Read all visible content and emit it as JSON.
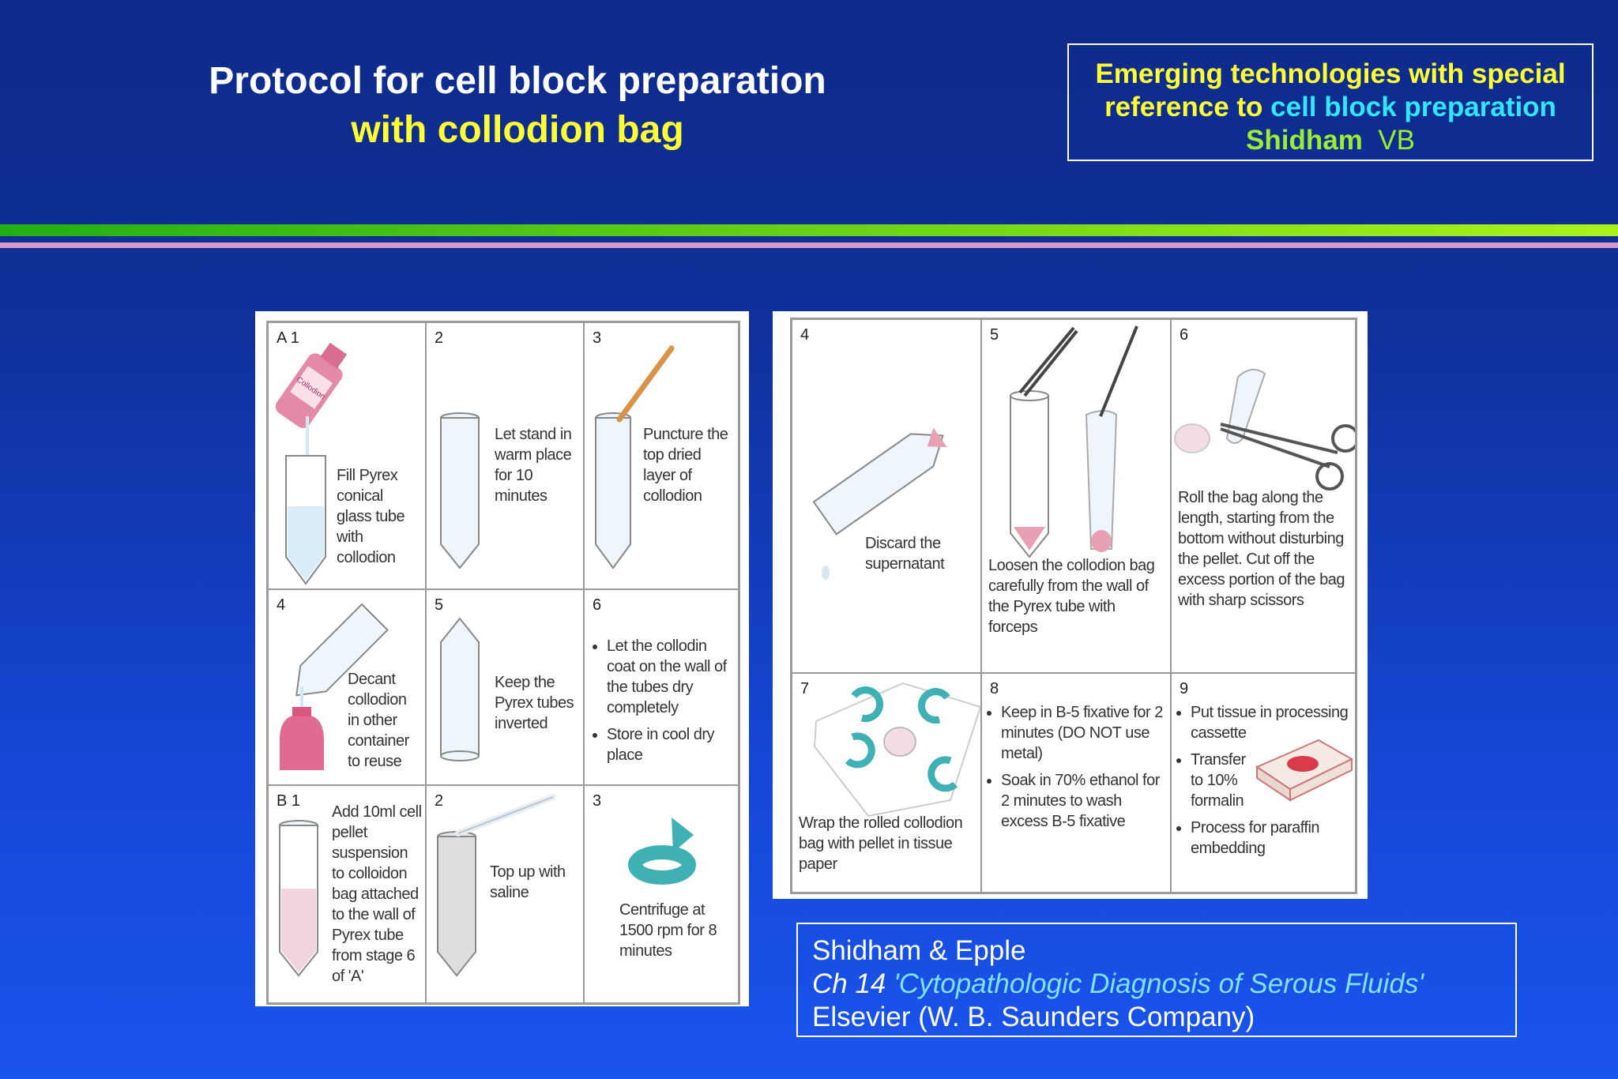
{
  "title": {
    "line1": "Protocol for cell block preparation",
    "line2": "with collodion bag"
  },
  "reference": {
    "line1": "Emerging technologies with special",
    "line2_prefix": "reference to ",
    "line2_highlight": "cell block preparation",
    "author_bold": "Shidham",
    "author_suffix": "VB"
  },
  "figure_left": {
    "cells": [
      {
        "num": "A  1",
        "text": "Fill Pyrex conical glass tube with collodion",
        "label": "Collodion"
      },
      {
        "num": "2",
        "text": "Let stand in warm place for 10 minutes"
      },
      {
        "num": "3",
        "text": "Puncture the top dried layer of collodion"
      },
      {
        "num": "4",
        "text": "Decant collodion in other container to reuse"
      },
      {
        "num": "5",
        "text": "Keep the Pyrex tubes inverted"
      },
      {
        "num": "6",
        "bullets": [
          "Let the collodin coat on the wall of the tubes dry completely",
          "Store in cool dry place"
        ]
      },
      {
        "num": "B  1",
        "text": "Add 10ml cell pellet suspension to colloidon bag attached to the wall of Pyrex tube from stage 6 of 'A'"
      },
      {
        "num": "2",
        "text": "Top up with saline"
      },
      {
        "num": "3",
        "text": "Centrifuge at 1500 rpm for 8 minutes"
      }
    ]
  },
  "figure_right": {
    "cells": [
      {
        "num": "4",
        "text": "Discard the supernatant"
      },
      {
        "num": "5",
        "text": "Loosen the collodion bag carefully from the wall of the Pyrex tube with forceps"
      },
      {
        "num": "6",
        "text": "Roll the bag along the length, starting from the bottom without disturbing the pellet. Cut off the excess portion of the bag with sharp scissors"
      },
      {
        "num": "7",
        "text": "Wrap the rolled collodion bag with pellet in tissue paper"
      },
      {
        "num": "8",
        "bullets": [
          "Keep in B-5 fixative for 2 minutes (DO NOT use metal)",
          "Soak in 70% ethanol for 2 minutes to wash excess B-5 fixative"
        ]
      },
      {
        "num": "9",
        "bullets": [
          "Put tissue in processing cassette",
          "Transfer to 10% formalin",
          "Process for paraffin embedding"
        ]
      }
    ]
  },
  "citation": {
    "authors": "Shidham & Epple",
    "chapter_prefix": "Ch 14 ",
    "chapter_title": "'Cytopathologic Diagnosis of Serous Fluids'",
    "publisher": "Elsevier (W. B. Saunders Company)"
  },
  "colors": {
    "background": "#1546d4",
    "title_yellow": "#ffff33",
    "cyan": "#33e6ff",
    "green": "#99ee33",
    "pink_bar": "#d69bc8"
  }
}
